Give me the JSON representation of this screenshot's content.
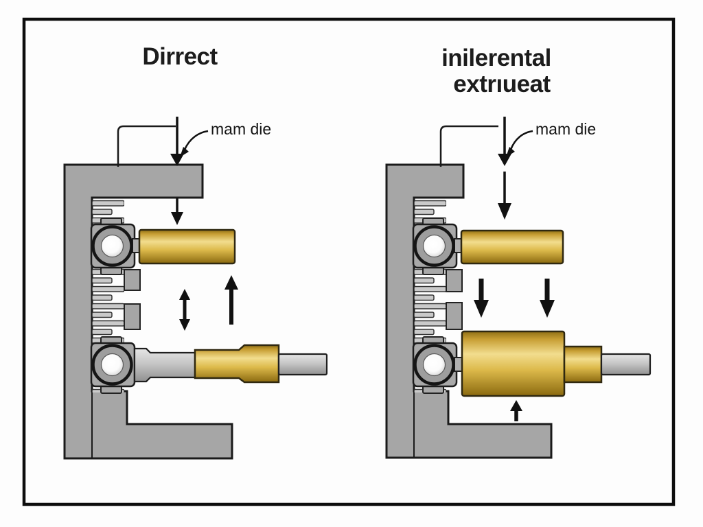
{
  "figure": {
    "type": "extrusion-process-diagram",
    "left_panel": {
      "title": "Dirrect",
      "die_label": "mam die"
    },
    "right_panel": {
      "title_line1": "inilerental",
      "title_line2": "extrıueat",
      "die_label": "mam die"
    },
    "colors": {
      "background": "#fdfdfd",
      "outline": "#1a1a1a",
      "frame_gray": "#a6a6a6",
      "fin_gray": "#cacaca",
      "billet_gold_mid": "#e0bc4a",
      "billet_gold_highlight": "#f2dd8e",
      "billet_gold_dark": "#8a690f",
      "rod_gray": "#c6c6c6",
      "joint_center_white": "#ffffff"
    }
  }
}
